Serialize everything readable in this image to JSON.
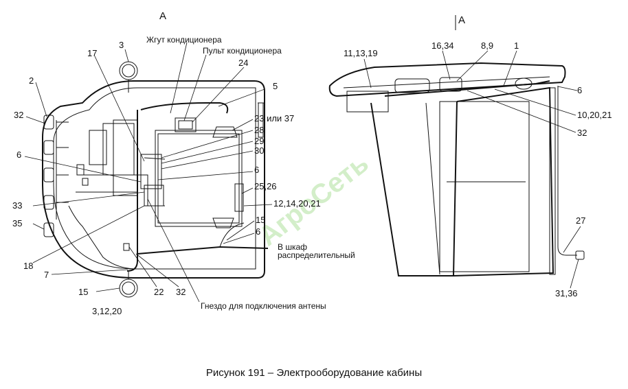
{
  "views": {
    "left": "А",
    "right": "А"
  },
  "left_labels": {
    "l2": "2",
    "l3": "3",
    "l17": "17",
    "l32a": "32",
    "l6a": "6",
    "l33": "33",
    "l35": "35",
    "l18": "18",
    "l7": "7",
    "l15a": "15",
    "l3_12_20": "3,12,20",
    "l22": "22",
    "l32b": "32",
    "l24": "24",
    "l5": "5",
    "l23_37": "23 или 37",
    "l28": "28",
    "l29": "29",
    "l30": "30",
    "l6b": "6",
    "l25_26": "25,26",
    "l12_14_20_21": "12,14,20,21",
    "l15b": "15",
    "l6c": "6"
  },
  "notes": {
    "harness": "Жгут кондиционера",
    "panel": "Пульт кондиционера",
    "cabinet_1": "В шкаф",
    "cabinet_2": "распределительный",
    "antenna": "Гнездо для подключения антены"
  },
  "right_labels": {
    "r11_13_19": "11,13,19",
    "r16_34": "16,34",
    "r8_9": "8,9",
    "r1": "1",
    "r6": "6",
    "r10_20_21": "10,20,21",
    "r32": "32",
    "r27": "27",
    "r31_36": "31,36"
  },
  "watermark": "АгроСеть",
  "caption": "Рисунок 191 – Электрооборудование кабины"
}
